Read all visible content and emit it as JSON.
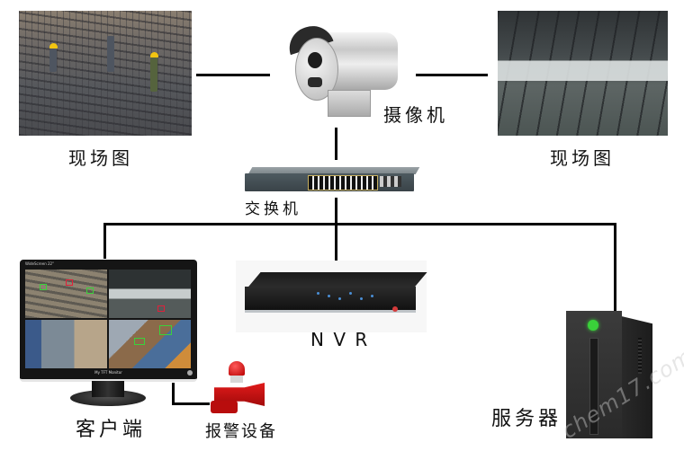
{
  "diagram": {
    "title": "",
    "nodes": {
      "scene_left": {
        "label": "现场图",
        "icon": "construction-site-photo"
      },
      "scene_right": {
        "label": "现场图",
        "icon": "warehouse-interior-photo"
      },
      "camera": {
        "label": "摄像机",
        "icon": "explosion-proof-camera-icon"
      },
      "switch": {
        "label": "交换机",
        "icon": "network-switch-icon"
      },
      "nvr": {
        "label": "N V R",
        "icon": "nvr-recorder-icon"
      },
      "client": {
        "label": "客户端",
        "icon": "monitor-icon",
        "brand_text": "WideScreen 22\"",
        "model_text": "My TFT Monitor"
      },
      "alarm": {
        "label": "报警设备",
        "icon": "alarm-siren-icon"
      },
      "server": {
        "label": "服务器",
        "icon": "tower-server-icon"
      }
    },
    "edges": [
      {
        "from": "scene_left",
        "to": "camera"
      },
      {
        "from": "camera",
        "to": "scene_right"
      },
      {
        "from": "camera",
        "to": "switch"
      },
      {
        "from": "switch",
        "to": "client"
      },
      {
        "from": "switch",
        "to": "nvr"
      },
      {
        "from": "switch",
        "to": "server"
      },
      {
        "from": "client",
        "to": "alarm"
      }
    ],
    "watermark": "chem17.com",
    "colors": {
      "line": "#000000",
      "alarm_red": "#d01515",
      "server_logo_green": "#3ad13a",
      "detect_box_green": "#3bd13b",
      "detect_box_red": "#e0203a"
    }
  }
}
